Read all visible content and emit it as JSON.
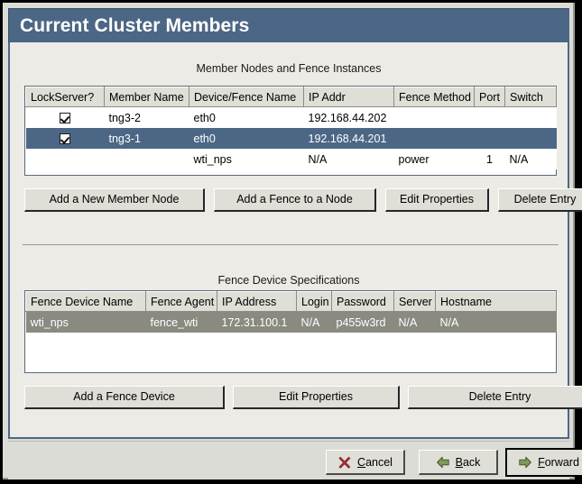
{
  "window": {
    "title": "Current Cluster Members"
  },
  "colors": {
    "titlebar": "#4c6785",
    "panel": "#edebe6",
    "selection_focus": "#4c6785",
    "selection_blur": "#8a8a80",
    "button_face": "#dfded7",
    "cancel_icon": "#b0303a",
    "arrow_icon": "#7d9a58"
  },
  "members_section": {
    "title": "Member Nodes and Fence Instances",
    "columns": [
      "LockServer?",
      "Member Name",
      "Device/Fence Name",
      "IP Addr",
      "Fence Method",
      "Port",
      "Switch"
    ],
    "rows": [
      {
        "selected": false,
        "lockserver_checked": true,
        "member_name": "tng3-2",
        "device_fence_name": "eth0",
        "ip_addr": "192.168.44.202",
        "fence_method": "",
        "port": "",
        "switch": ""
      },
      {
        "selected": true,
        "lockserver_checked": true,
        "member_name": "tng3-1",
        "device_fence_name": "eth0",
        "ip_addr": "192.168.44.201",
        "fence_method": "",
        "port": "",
        "switch": ""
      },
      {
        "selected": false,
        "lockserver_checked": false,
        "member_name": "",
        "device_fence_name": "wti_nps",
        "ip_addr": "N/A",
        "fence_method": "power",
        "port": "1",
        "switch": "N/A"
      }
    ],
    "buttons": [
      {
        "label": "Add a New Member Node"
      },
      {
        "label": "Add a Fence to a Node"
      },
      {
        "label": "Edit Properties"
      },
      {
        "label": "Delete Entry"
      }
    ]
  },
  "fence_section": {
    "title": "Fence Device Specifications",
    "columns": [
      "Fence Device Name",
      "Fence Agent",
      "IP Address",
      "Login",
      "Password",
      "Server",
      "Hostname"
    ],
    "rows": [
      {
        "selected": true,
        "fence_device_name": "wti_nps",
        "fence_agent": "fence_wti",
        "ip_address": "172.31.100.1",
        "login": "N/A",
        "password": "p455w3rd",
        "server": "N/A",
        "hostname": "N/A"
      }
    ],
    "buttons": [
      {
        "label": "Add a Fence Device"
      },
      {
        "label": "Edit Properties"
      },
      {
        "label": "Delete Entry"
      }
    ]
  },
  "footer": {
    "cancel": {
      "pre": "",
      "accel": "C",
      "post": "ancel",
      "icon": "close-x-icon"
    },
    "back": {
      "pre": "",
      "accel": "B",
      "post": "ack",
      "icon": "arrow-left-icon"
    },
    "forward": {
      "pre": "",
      "accel": "F",
      "post": "orward",
      "icon": "arrow-right-icon"
    }
  }
}
